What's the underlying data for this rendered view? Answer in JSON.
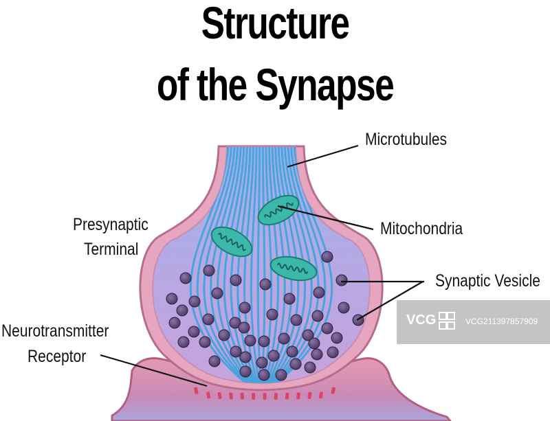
{
  "title": {
    "line1": "Structure",
    "line2": "of the Synapse"
  },
  "labels": {
    "microtubules": "Microtubules",
    "mitochondria": "Mitochondria",
    "presynaptic_line1": "Presynaptic",
    "presynaptic_line2": "Terminal",
    "synaptic_vesicle": "Synaptic Vesicle",
    "receptor_line1": "Neurotransmitter",
    "receptor_line2": "Receptor"
  },
  "watermark": {
    "logo": "VCG",
    "id_text": "VCG211397857909"
  },
  "colors": {
    "membrane_outer": "#c17a92",
    "membrane_light": "#e3a9c1",
    "cytoplasm": "#b8a9e6",
    "microtubule": "#4aa3dc",
    "mitochondrion_fill": "#3bb8a9",
    "mitochondrion_cristae": "#1e6f67",
    "vesicle": "#5a4676",
    "receptor": "#d94569",
    "postsynaptic": "#d97a9a"
  }
}
